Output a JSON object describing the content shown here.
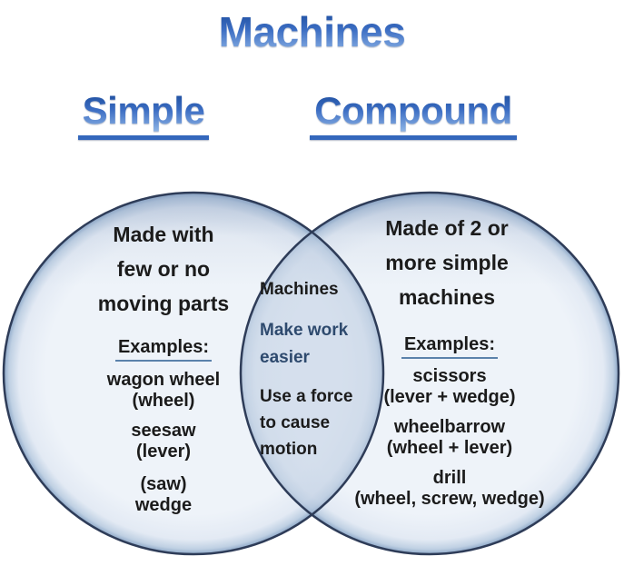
{
  "title": "Machines",
  "colors": {
    "background": "#ffffff",
    "heading_grad_top": "#1c4c9c",
    "heading_grad_mid": "#3a6cc2",
    "heading_grad_bottom": "#8fb5e6",
    "heading_underline": "#3467bc",
    "ellipse_border": "#2e3c58",
    "ellipse_fill": "#e3eaf4",
    "ellipse_rim": "#8ca7c7",
    "lens_tint": "#9cb4d1",
    "text_dark": "#1b1b1b",
    "intersection_highlight": "#2e4a6e",
    "examples_underline": "#5b82ab"
  },
  "diagram": {
    "left": {
      "heading": "Simple",
      "description_lines": [
        "Made with",
        "few or no",
        "moving parts"
      ],
      "examples_label": "Examples:",
      "examples": [
        [
          "wagon wheel",
          "(wheel)"
        ],
        [
          "seesaw",
          "(lever)"
        ],
        [
          "(saw)",
          "wedge"
        ]
      ]
    },
    "right": {
      "heading": "Compound",
      "description_lines": [
        "Made of 2 or",
        "more simple",
        "machines"
      ],
      "examples_label": "Examples:",
      "examples": [
        [
          "scissors",
          "(lever + wedge)"
        ],
        [
          "wheelbarrow",
          "(wheel + lever)"
        ],
        [
          "drill",
          "(wheel, screw, wedge)"
        ]
      ]
    },
    "intersection": {
      "groups": [
        {
          "lines": [
            "Machines"
          ],
          "color": "#1b1b1b"
        },
        {
          "lines": [
            "Make work",
            "easier"
          ],
          "color": "#2e4a6e"
        },
        {
          "lines": [
            "Use a force",
            "to cause",
            "motion"
          ],
          "color": "#1b1b1b"
        }
      ]
    }
  }
}
